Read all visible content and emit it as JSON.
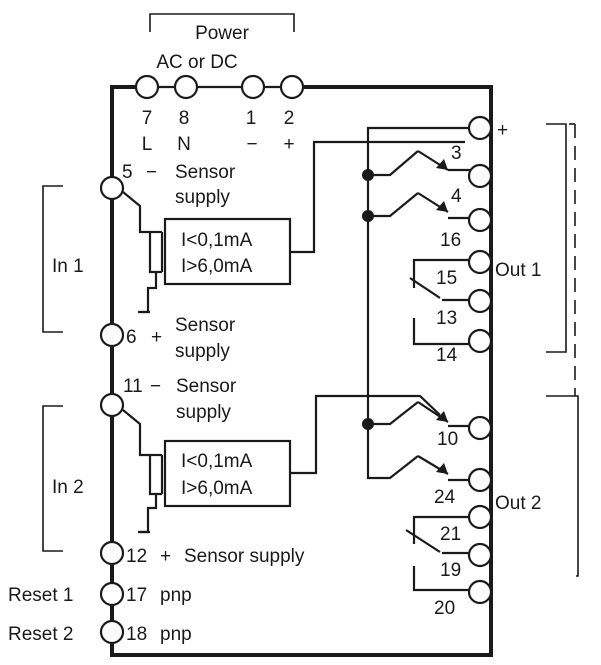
{
  "power": {
    "label": "Power",
    "sublabel": "AC or DC"
  },
  "power_terminals": [
    {
      "number": "7",
      "sign": "L"
    },
    {
      "number": "8",
      "sign": "N"
    },
    {
      "number": "1",
      "sign": "−"
    },
    {
      "number": "2",
      "sign": "+"
    }
  ],
  "inputs": [
    {
      "label": "In 1",
      "neg_terminal": "5",
      "neg_sign": "−",
      "neg_label_1": "Sensor",
      "neg_label_2": "supply",
      "pos_terminal": "6",
      "pos_sign": "+",
      "pos_label_1": "Sensor",
      "pos_label_2": "supply",
      "threshold_low": "I<0,1mA",
      "threshold_high": "I>6,0mA"
    },
    {
      "label": "In 2",
      "neg_terminal": "11",
      "neg_sign": "−",
      "neg_label_1": "Sensor",
      "neg_label_2": "supply",
      "pos_terminal": "12",
      "pos_sign": "+",
      "pos_label": "Sensor supply",
      "threshold_low": "I<0,1mA",
      "threshold_high": "I>6,0mA"
    }
  ],
  "resets": [
    {
      "label": "Reset 1",
      "terminal": "17",
      "type": "pnp"
    },
    {
      "label": "Reset 2",
      "terminal": "18",
      "type": "pnp"
    }
  ],
  "outputs": {
    "common_sign": "+",
    "out1": {
      "label": "Out 1",
      "terminals": [
        "3",
        "4",
        "16",
        "15",
        "13",
        "14"
      ]
    },
    "out2": {
      "label": "Out 2",
      "terminals": [
        "10",
        "24",
        "21",
        "19",
        "20"
      ]
    }
  }
}
